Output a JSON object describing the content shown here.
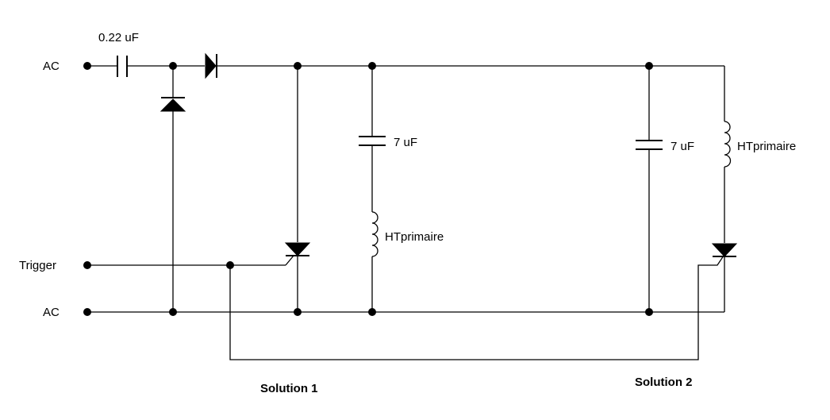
{
  "labels": {
    "ac_top": "AC",
    "trigger": "Trigger",
    "ac_bottom": "AC",
    "cap_input": "0.22 uF",
    "cap_sol1": "7 uF",
    "cap_sol2": "7 uF",
    "coil_sol1": "HTprimaire",
    "coil_sol2": "HTprimaire",
    "solution1": "Solution 1",
    "solution2": "Solution 2"
  }
}
